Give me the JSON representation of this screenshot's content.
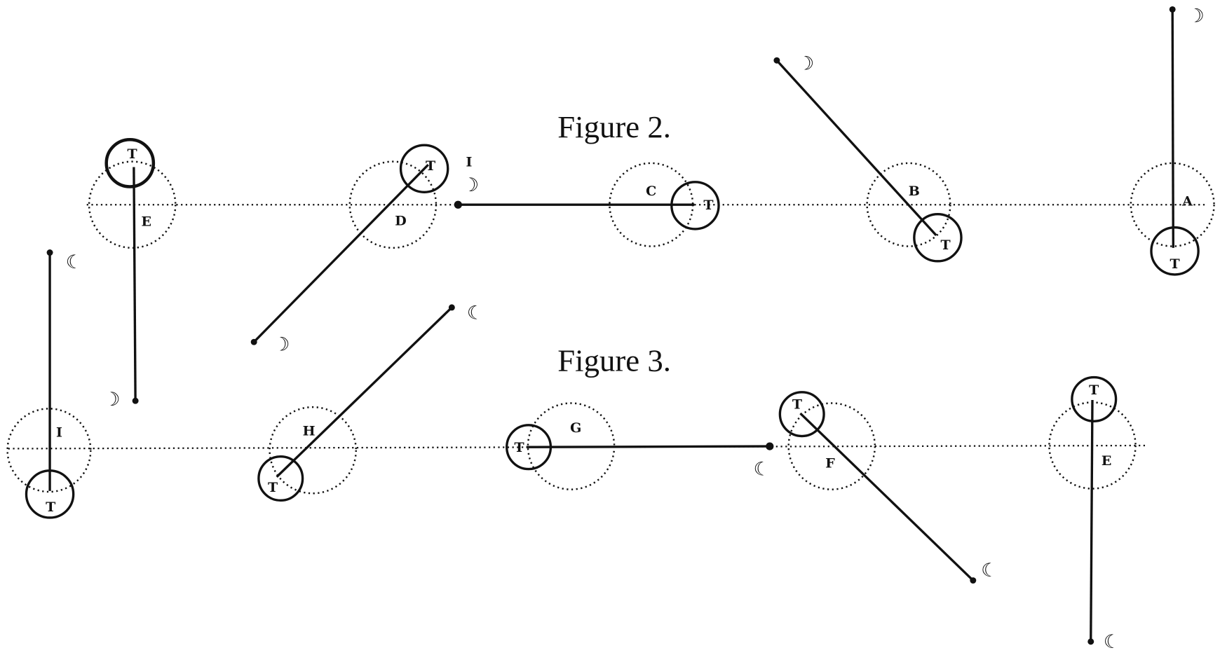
{
  "figure2": {
    "title": "Figure 2.",
    "earth_label": "T",
    "moon_symbol": "☽",
    "stations": [
      "A",
      "B",
      "C",
      "D",
      "E"
    ],
    "extra_label": "I"
  },
  "figure3": {
    "title": "Figure 3.",
    "earth_label": "T",
    "moon_symbol": "☾",
    "stations": [
      "E",
      "F",
      "G",
      "H",
      "I"
    ]
  }
}
